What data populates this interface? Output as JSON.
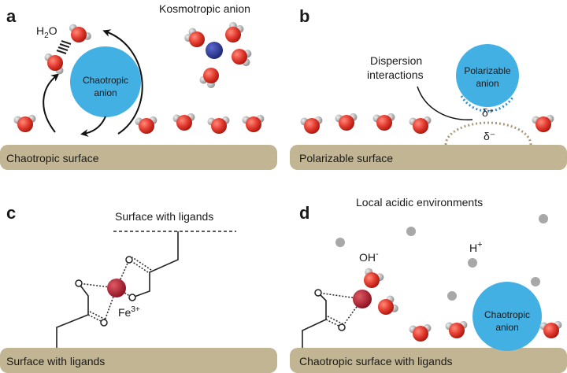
{
  "panels": {
    "a": {
      "letter": "a",
      "water_label": "H",
      "water_sub": "2",
      "water_o": "O",
      "kosmo_label": "Kosmotropic anion",
      "anion_line1": "Chaotropic",
      "anion_line2": "anion",
      "surface_label": "Chaotropic surface"
    },
    "b": {
      "letter": "b",
      "dispersion_line1": "Dispersion",
      "dispersion_line2": "interactions",
      "anion_line1": "Polarizable",
      "anion_line2": "anion",
      "delta_plus": "δ⁺",
      "delta_minus": "δ⁻",
      "surface_label": "Polarizable surface"
    },
    "c": {
      "letter": "c",
      "ligand_label": "Surface with ligands",
      "metal_label": "Fe",
      "metal_charge": "3+",
      "surface_label": "Surface with ligands"
    },
    "d": {
      "letter": "d",
      "acidic_label": "Local acidic environments",
      "oh_label": "OH",
      "oh_charge": "-",
      "h_label": "H",
      "h_charge": "+",
      "anion_line1": "Chaotropic",
      "anion_line2": "anion",
      "surface_label": "Chaotropic surface with ligands"
    }
  },
  "colors": {
    "surface": "#c2b594",
    "anion": "#43b0e4",
    "oxygen": "#e23a2e",
    "hydrogen": "#a9a9a9",
    "kosmo_center": "#2b3a9a",
    "iron": "#b51e2e",
    "proton": "#9e9e9e",
    "dotted_blue": "#2f8fd0",
    "dotted_tan": "#a89a7a"
  }
}
